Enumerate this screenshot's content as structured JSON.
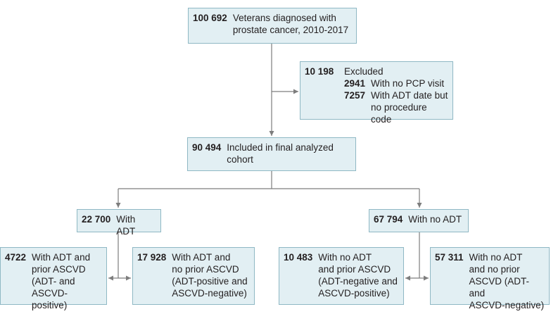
{
  "nodes": {
    "total": {
      "number": "100 692",
      "text": "Veterans diagnosed with\nprostate cancer, 2010-2017"
    },
    "excluded": {
      "number": "10 198",
      "text": "Excluded",
      "reasons": [
        {
          "number": "2941",
          "text": "With no PCP visit"
        },
        {
          "number": "7257",
          "text": "With ADT date but\nno procedure code"
        }
      ]
    },
    "included": {
      "number": "90 494",
      "text": "Included in final analyzed\ncohort"
    },
    "adt": {
      "number": "22 700",
      "text": "With ADT"
    },
    "no_adt": {
      "number": "67 794",
      "text": "With no ADT"
    },
    "adt_ascvd": {
      "number": "4722",
      "text": "With ADT and\nprior ASCVD\n(ADT- and\nASCVD-positive)"
    },
    "adt_no_ascvd": {
      "number": "17 928",
      "text": "With ADT and\nno prior ASCVD\n(ADT-positive and\nASCVD-negative)"
    },
    "noadt_ascvd": {
      "number": "10 483",
      "text": "With no ADT\nand prior ASCVD\n(ADT-negative and\nASCVD-positive)"
    },
    "noadt_no_ascvd": {
      "number": "57 311",
      "text": "With no ADT\nand no prior\nASCVD (ADT- and\nASCVD-negative)"
    }
  },
  "colors": {
    "box_fill": "#e2eff3",
    "box_border": "#8fb8c4",
    "arrow": "#7d7d7d"
  }
}
